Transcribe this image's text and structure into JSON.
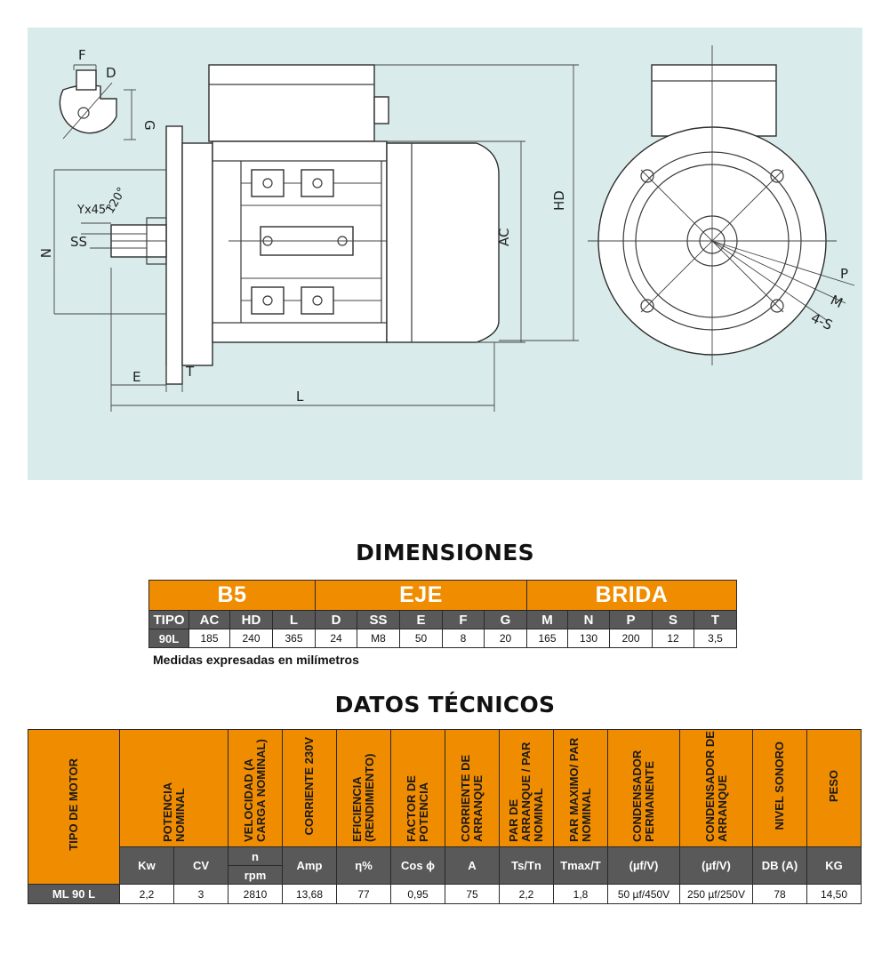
{
  "drawing": {
    "labels": {
      "F": "F",
      "D": "D",
      "G": "G",
      "Yx45": "Yx45°",
      "angle120": "120°",
      "N": "N",
      "SS": "SS",
      "E": "E",
      "T": "T",
      "L": "L",
      "AC": "AC",
      "HD": "HD",
      "P": "P",
      "M": "M",
      "S4": "4-S"
    }
  },
  "dimensions": {
    "title": "DIMENSIONES",
    "groups": [
      {
        "label": "B5",
        "span": 4
      },
      {
        "label": "EJE",
        "span": 5
      },
      {
        "label": "BRIDA",
        "span": 5
      }
    ],
    "headers": [
      "TIPO",
      "AC",
      "HD",
      "L",
      "D",
      "SS",
      "E",
      "F",
      "G",
      "M",
      "N",
      "P",
      "S",
      "T"
    ],
    "row": [
      "90L",
      "185",
      "240",
      "365",
      "24",
      "M8",
      "50",
      "8",
      "20",
      "165",
      "130",
      "200",
      "12",
      "3,5"
    ],
    "note": "Medidas expresadas en milímetros"
  },
  "technical": {
    "title": "DATOS TÉCNICOS",
    "headers": {
      "tipo": "TIPO DE MOTOR",
      "potencia": "POTENCIA NOMINAL",
      "velocidad": "VELOCIDAD (A CARGA NOMINAL)",
      "corriente": "CORRIENTE 230V",
      "eficiencia": "EFICIENCIA (RENDIMIENTO)",
      "factor": "FACTOR DE POTENCIA",
      "corriente_arranque": "CORRIENTE DE ARRANQUE",
      "par_arranque": "PAR DE ARRANQUE / PAR NOMINAL",
      "par_maximo": "PAR MAXIMO/ PAR NOMINAL",
      "cond_perm": "CONDENSADOR PERMANENTE",
      "cond_arr": "CONDENSADOR DE ARRANQUE",
      "nivel": "NIVEL SONORO",
      "peso": "PESO"
    },
    "units": {
      "kw": "Kw",
      "cv": "CV",
      "n": "n",
      "rpm": "rpm",
      "amp": "Amp",
      "eta": "η%",
      "cos": "Cos ϕ",
      "a": "A",
      "tstn": "Ts/Tn",
      "tmax": "Tmax/T",
      "uf1": "(µf/V)",
      "uf2": "(µf/V)",
      "db": "DB (A)",
      "kg": "KG"
    },
    "row": {
      "motor": "ML 90 L",
      "kw": "2,2",
      "cv": "3",
      "rpm": "2810",
      "amp": "13,68",
      "eta": "77",
      "cos": "0,95",
      "a": "75",
      "tstn": "2,2",
      "tmax": "1,8",
      "cond_perm": "50 µf/450V",
      "cond_arr": "250 µf/250V",
      "db": "78",
      "kg": "14,50"
    }
  }
}
